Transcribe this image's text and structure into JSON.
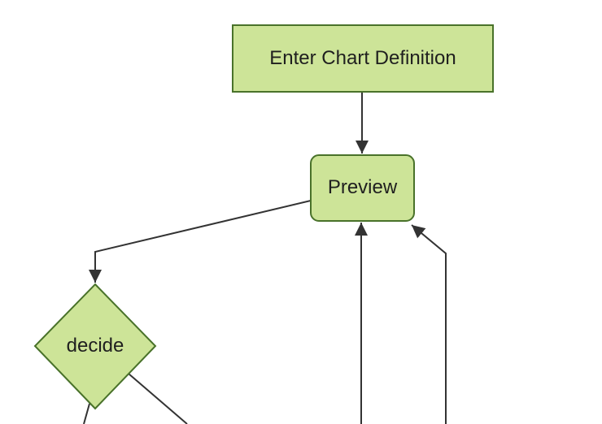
{
  "diagram": {
    "type": "flowchart",
    "direction": "top-down",
    "nodes": [
      {
        "id": "definition",
        "label": "Enter Chart Definition",
        "shape": "rectangle"
      },
      {
        "id": "preview",
        "label": "Preview",
        "shape": "rounded-rectangle"
      },
      {
        "id": "decide",
        "label": "decide",
        "shape": "diamond"
      }
    ],
    "edges": [
      {
        "from": "definition",
        "to": "preview",
        "arrow": true
      },
      {
        "from": "preview",
        "to": "decide",
        "arrow": true
      },
      {
        "from": "offscreen-bottom-center",
        "to": "preview",
        "arrow": true
      },
      {
        "from": "offscreen-bottom-right",
        "to": "preview",
        "arrow": true
      },
      {
        "from": "decide",
        "to": "offscreen-bottom-left",
        "arrow": false
      },
      {
        "from": "decide",
        "to": "offscreen-bottom-right",
        "arrow": false
      }
    ],
    "colors": {
      "background": "#ffffff",
      "node_fill": "#cde498",
      "node_border": "#49722a",
      "edge": "#333333",
      "text": "#1f1f1f"
    }
  }
}
